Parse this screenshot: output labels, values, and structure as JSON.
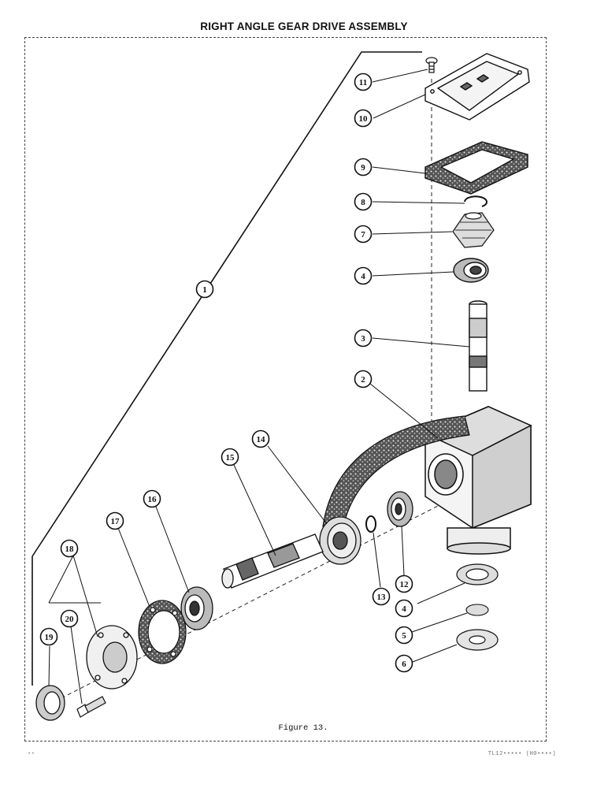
{
  "title": "RIGHT ANGLE GEAR DRIVE ASSEMBLY",
  "caption": "Figure 13.",
  "plate_code": "TL12••••• (H0••••)",
  "margin_mark": "••",
  "callouts": [
    {
      "id": "c1",
      "label": "1"
    },
    {
      "id": "c2",
      "label": "2"
    },
    {
      "id": "c3",
      "label": "3"
    },
    {
      "id": "c4a",
      "label": "4"
    },
    {
      "id": "c4b",
      "label": "4"
    },
    {
      "id": "c5",
      "label": "5"
    },
    {
      "id": "c6",
      "label": "6"
    },
    {
      "id": "c7",
      "label": "7"
    },
    {
      "id": "c8",
      "label": "8"
    },
    {
      "id": "c9",
      "label": "9"
    },
    {
      "id": "c10",
      "label": "10"
    },
    {
      "id": "c11",
      "label": "11"
    },
    {
      "id": "c12",
      "label": "12"
    },
    {
      "id": "c13",
      "label": "13"
    },
    {
      "id": "c14",
      "label": "14"
    },
    {
      "id": "c15",
      "label": "15"
    },
    {
      "id": "c16",
      "label": "16"
    },
    {
      "id": "c17",
      "label": "17"
    },
    {
      "id": "c18",
      "label": "18"
    },
    {
      "id": "c19",
      "label": "19"
    },
    {
      "id": "c20",
      "label": "20"
    }
  ]
}
